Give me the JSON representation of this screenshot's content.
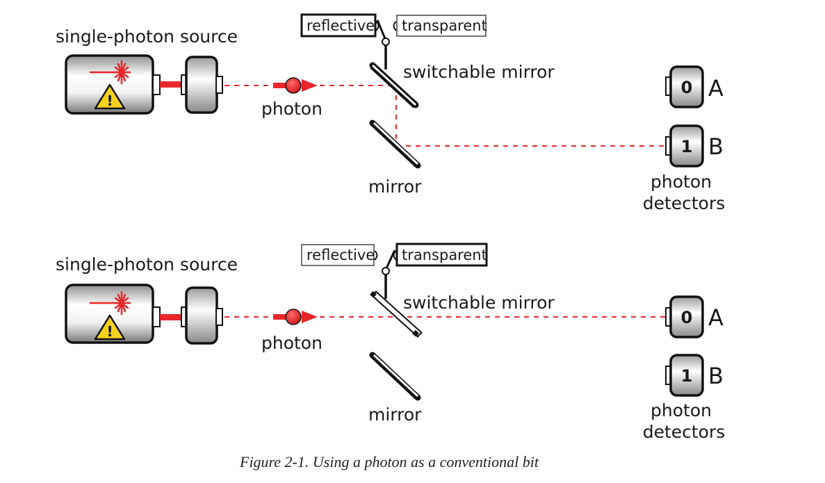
{
  "colors": {
    "beam": "#e8262b",
    "warning": "#f4d21e",
    "outline": "#111111"
  },
  "panels": [
    {
      "source_label": "single-photon source",
      "photon_label": "photon",
      "switch": {
        "reflective_label": "reflective",
        "transparent_label": "transparent",
        "state": "reflective"
      },
      "switchable_mirror_label": "switchable mirror",
      "mirror_label": "mirror",
      "detectors": [
        {
          "digit": "0",
          "letter": "A"
        },
        {
          "digit": "1",
          "letter": "B"
        }
      ],
      "detectors_label_line1": "photon",
      "detectors_label_line2": "detectors"
    },
    {
      "source_label": "single-photon source",
      "photon_label": "photon",
      "switch": {
        "reflective_label": "reflective",
        "transparent_label": "transparent",
        "state": "transparent"
      },
      "switchable_mirror_label": "switchable mirror",
      "mirror_label": "mirror",
      "detectors": [
        {
          "digit": "0",
          "letter": "A"
        },
        {
          "digit": "1",
          "letter": "B"
        }
      ],
      "detectors_label_line1": "photon",
      "detectors_label_line2": "detectors"
    }
  ],
  "caption": "Figure 2-1. Using a photon as a conventional bit"
}
